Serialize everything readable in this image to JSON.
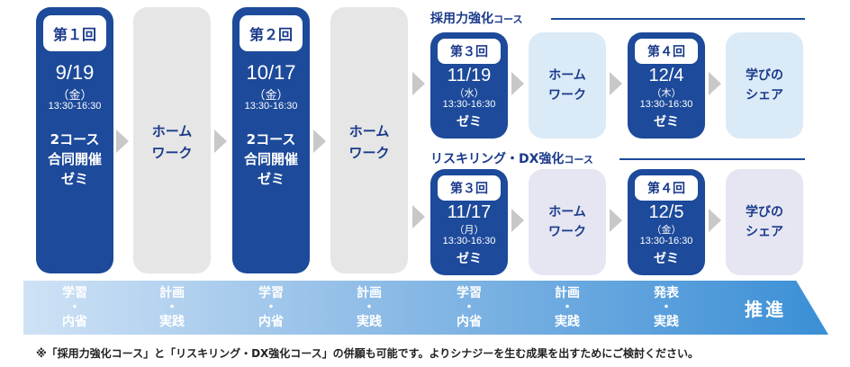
{
  "col1": {
    "badge": "第１回",
    "date": "9/19",
    "dow": "（金）",
    "time": "13:30-16:30",
    "desc": [
      "2コース",
      "合同開催",
      "ゼミ"
    ]
  },
  "col2": {
    "text": [
      "ホーム",
      "ワーク"
    ]
  },
  "col3": {
    "badge": "第２回",
    "date": "10/17",
    "dow": "（金）",
    "time": "13:30-16:30",
    "desc": [
      "2コース",
      "合同開催",
      "ゼミ"
    ]
  },
  "col4": {
    "text": [
      "ホーム",
      "ワーク"
    ]
  },
  "course_a": {
    "title": "採用力強化",
    "title_suffix": "コース",
    "s3": {
      "badge": "第３回",
      "date": "11/19",
      "dow": "（水）",
      "time": "13:30-16:30",
      "zemi": "ゼミ"
    },
    "hw": [
      "ホーム",
      "ワーク"
    ],
    "s4": {
      "badge": "第４回",
      "date": "12/4",
      "dow": "（木）",
      "time": "13:30-16:30",
      "zemi": "ゼミ"
    },
    "share": [
      "学びの",
      "シェア"
    ]
  },
  "course_b": {
    "title": "リスキリング・DX強化",
    "title_suffix": "コース",
    "s3": {
      "badge": "第３回",
      "date": "11/17",
      "dow": "（月）",
      "time": "13:30-16:30",
      "zemi": "ゼミ"
    },
    "hw": [
      "ホーム",
      "ワーク"
    ],
    "s4": {
      "badge": "第４回",
      "date": "12/5",
      "dow": "（金）",
      "time": "13:30-16:30",
      "zemi": "ゼミ"
    },
    "share": [
      "学びの",
      "シェア"
    ]
  },
  "band": [
    [
      "学習",
      "・",
      "内省"
    ],
    [
      "計画",
      "・",
      "実践"
    ],
    [
      "学習",
      "・",
      "内省"
    ],
    [
      "計画",
      "・",
      "実践"
    ],
    [
      "学習",
      "・",
      "内省"
    ],
    [
      "計画",
      "・",
      "実践"
    ],
    [
      "発表",
      "・",
      "実践"
    ]
  ],
  "band_final": "推進",
  "note": "※「採用力強化コース」と「リスキリング・DX強化コース」の併願も可能です。よりシナジーを生む成果を出すためにご検討ください。",
  "colors": {
    "navy": "#1d4a9a",
    "grey": "#e6e6e6",
    "light_blue": "#dbeaf7",
    "light_lavender": "#e5e6f2"
  }
}
